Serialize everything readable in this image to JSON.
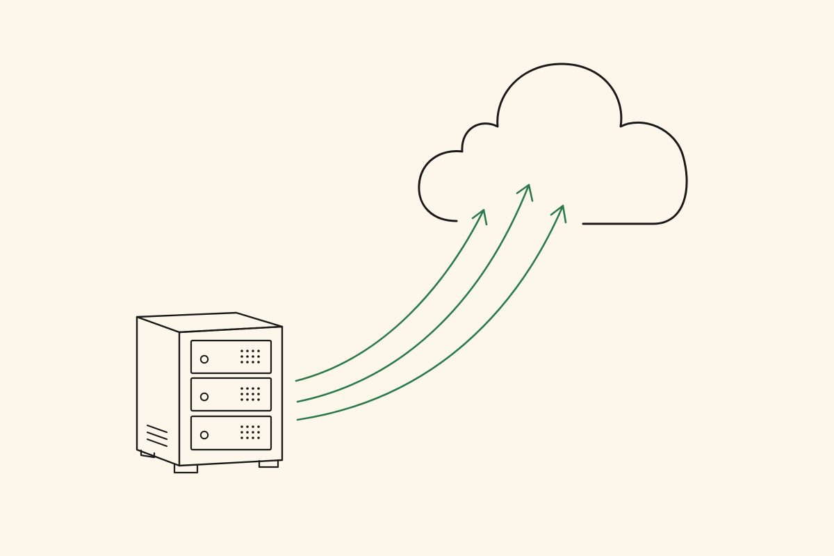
{
  "diagram": {
    "colors": {
      "background": "#fcf7ea",
      "outline": "#1a1a1a",
      "arrow": "#2a7a4b"
    },
    "nodes": [
      {
        "id": "server",
        "icon": "server-rack-icon",
        "drive_bays": 3
      },
      {
        "id": "cloud",
        "icon": "cloud-icon"
      }
    ],
    "edges": [
      {
        "from": "server",
        "to": "cloud",
        "direction": "upload"
      },
      {
        "from": "server",
        "to": "cloud",
        "direction": "upload"
      },
      {
        "from": "server",
        "to": "cloud",
        "direction": "upload"
      }
    ]
  }
}
